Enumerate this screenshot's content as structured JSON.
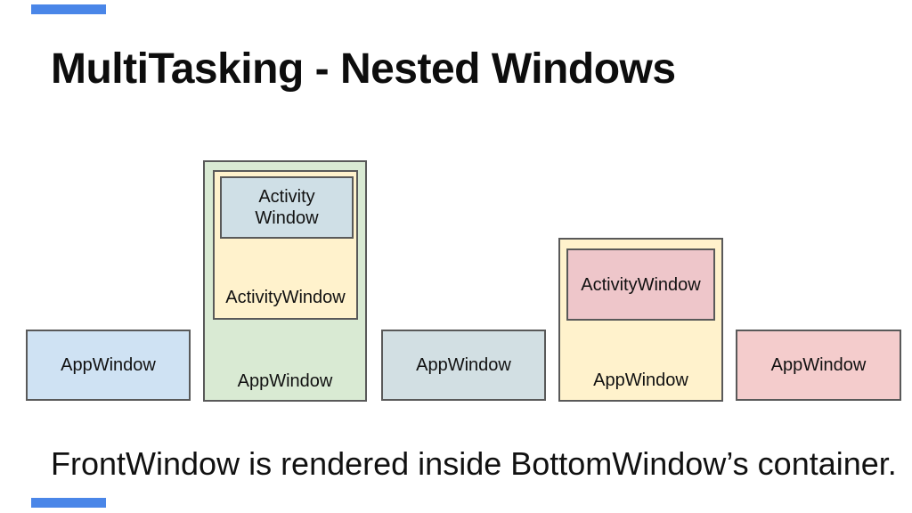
{
  "slide": {
    "title": "MultiTasking - Nested Windows",
    "caption": "FrontWindow is rendered inside BottomWindow’s container."
  },
  "diagram": {
    "box1": {
      "label": "AppWindow",
      "fill": "#cfe2f3"
    },
    "box2": {
      "label": "AppWindow",
      "fill": "#d9ead3",
      "child": {
        "label": "ActivityWindow",
        "fill": "#fff2cc",
        "child": {
          "label_line1": "Activity",
          "label_line2": "Window",
          "fill": "#cfdfe6"
        }
      }
    },
    "box3": {
      "label": "AppWindow",
      "fill": "#d2dfe3"
    },
    "box4": {
      "label": "AppWindow",
      "fill": "#fff2cc",
      "child": {
        "label": "ActivityWindow",
        "fill": "#eec6ca"
      }
    },
    "box5": {
      "label": "AppWindow",
      "fill": "#f4cccc"
    },
    "border_color": "#595959"
  },
  "decorations": {
    "accent_bar_color": "#4a86e8"
  }
}
